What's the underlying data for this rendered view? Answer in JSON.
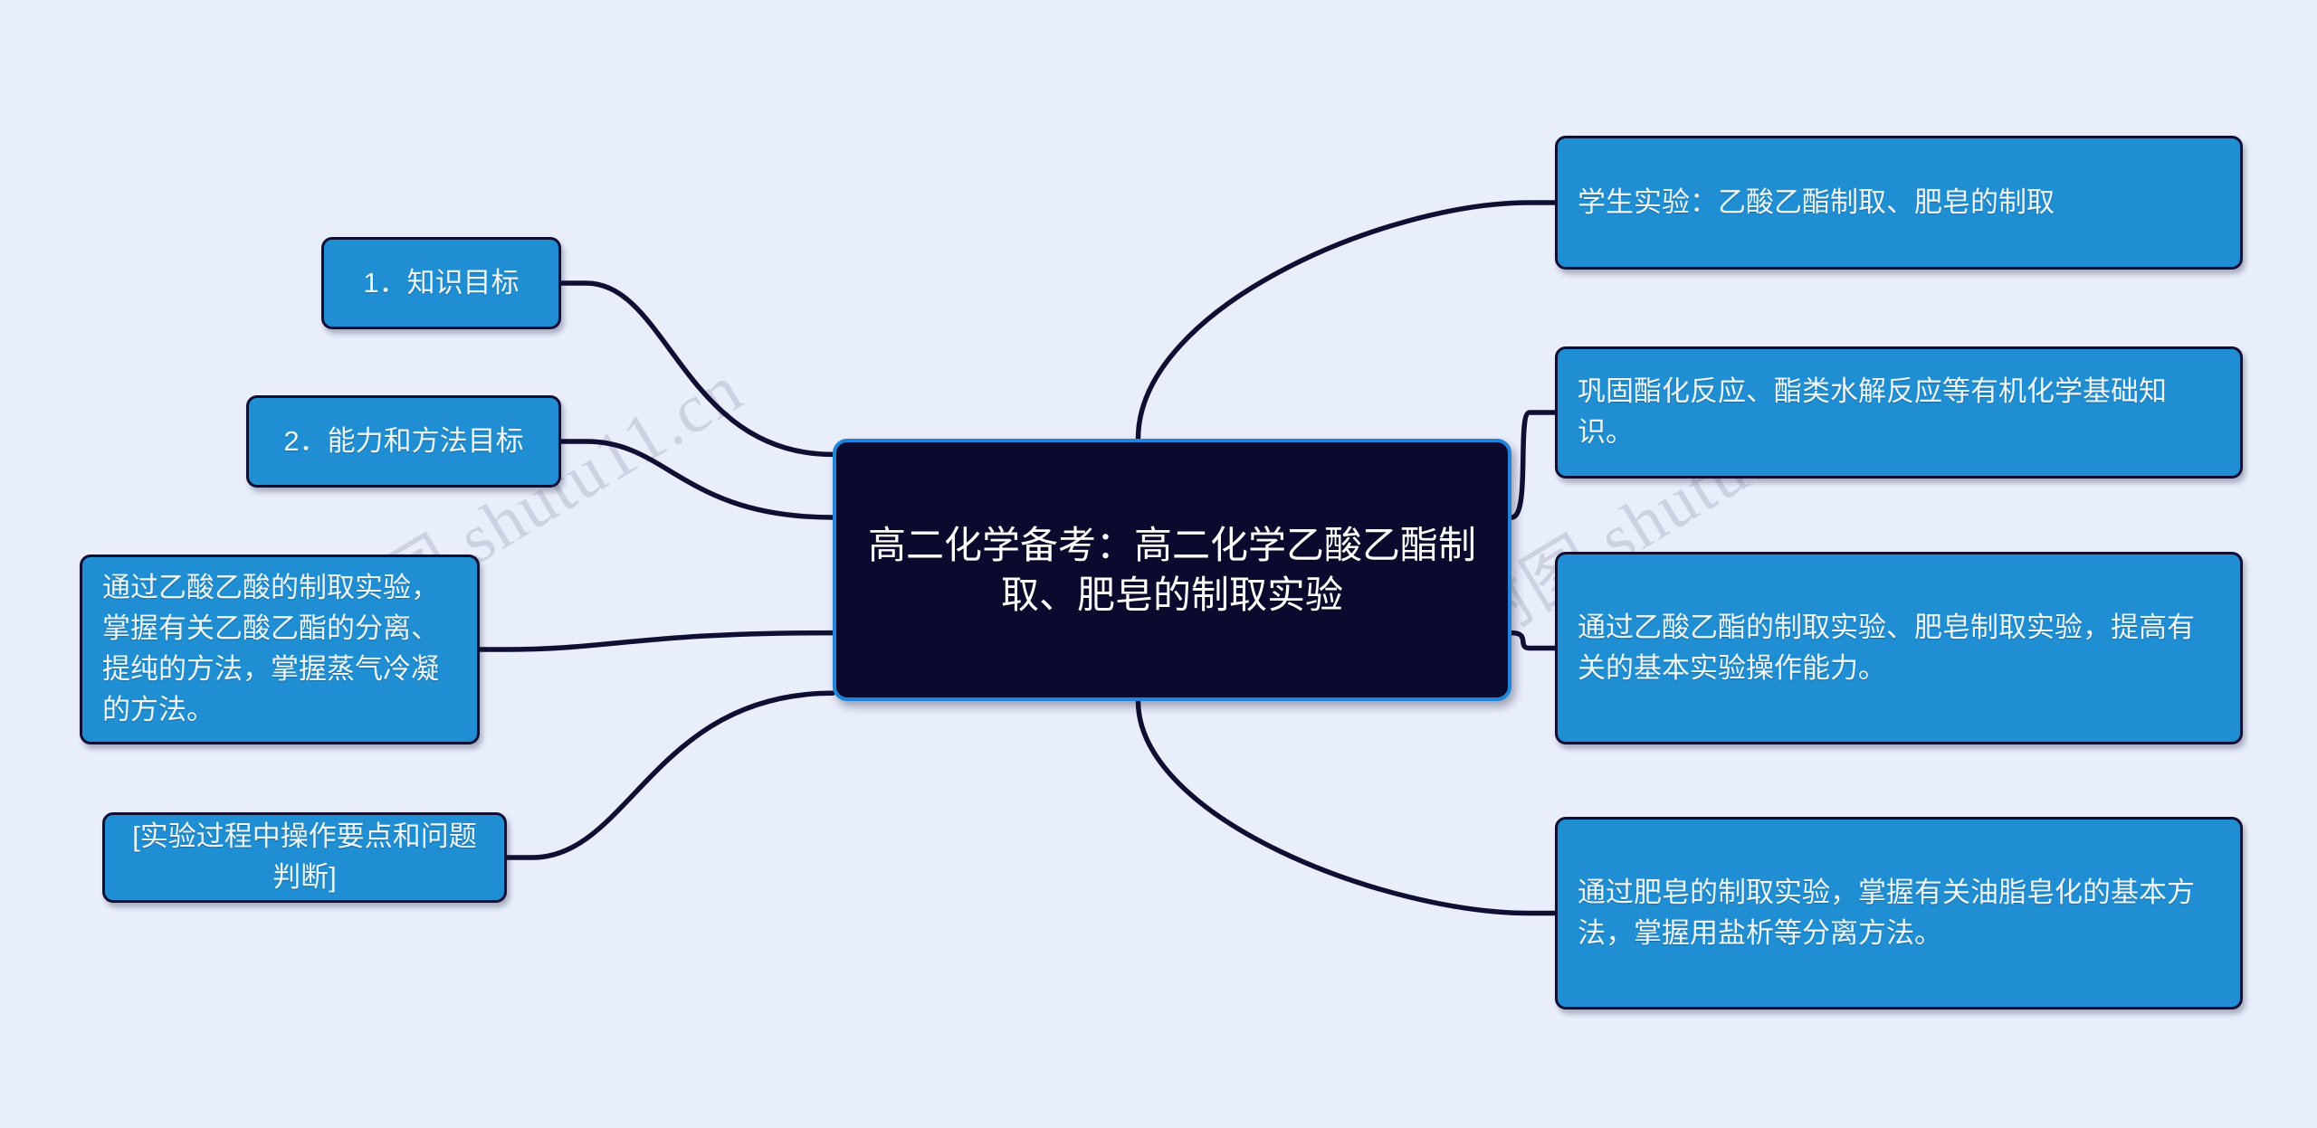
{
  "colors": {
    "background": "#e9eefb",
    "node_fill": "#1f8ed2",
    "node_border": "#100f33",
    "center_fill": "#0a0a2e",
    "center_border": "#2184db",
    "connector": "#100f33",
    "node_text": "#eef6ff",
    "watermark": "#c7cedd"
  },
  "watermark": {
    "text": "树图 shutu11.cn"
  },
  "center": {
    "label": "高二化学备考：高二化学乙酸乙酯制取、肥皂的制取实验"
  },
  "left_branches": [
    {
      "label": "1．知识目标"
    },
    {
      "label": "2．能力和方法目标"
    },
    {
      "label": "通过乙酸乙酸的制取实验，掌握有关乙酸乙酯的分离、提纯的方法，掌握蒸气冷凝的方法。"
    },
    {
      "label": "[实验过程中操作要点和问题判断]"
    }
  ],
  "right_branches": [
    {
      "label": "学生实验：乙酸乙酯制取、肥皂的制取"
    },
    {
      "label": "巩固酯化反应、酯类水解反应等有机化学基础知识。"
    },
    {
      "label": "通过乙酸乙酯的制取实验、肥皂制取实验，提高有关的基本实验操作能力。"
    },
    {
      "label": "通过肥皂的制取实验，掌握有关油脂皂化的基本方法，掌握用盐析等分离方法。"
    }
  ]
}
